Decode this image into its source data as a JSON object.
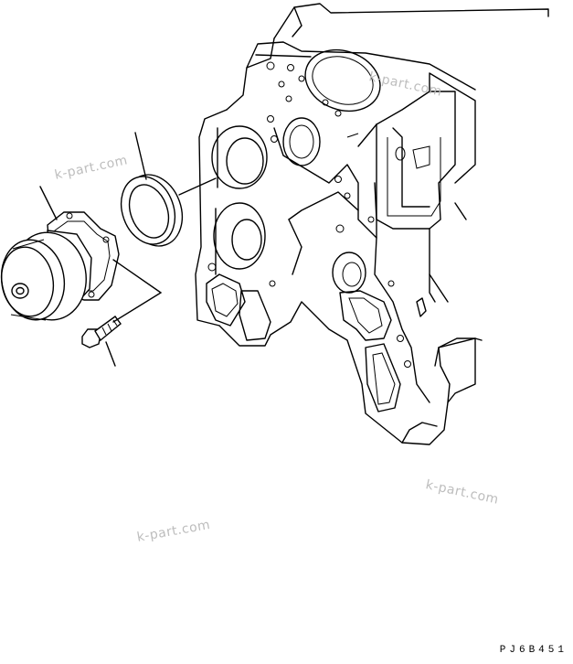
{
  "watermarks": [
    {
      "id": "wm1",
      "text": "k-part.com"
    },
    {
      "id": "wm2",
      "text": "k-part.com"
    },
    {
      "id": "wm3",
      "text": "k-part.com"
    },
    {
      "id": "wm4",
      "text": "k-part.com"
    }
  ],
  "drawing_code": "PJ6B451"
}
